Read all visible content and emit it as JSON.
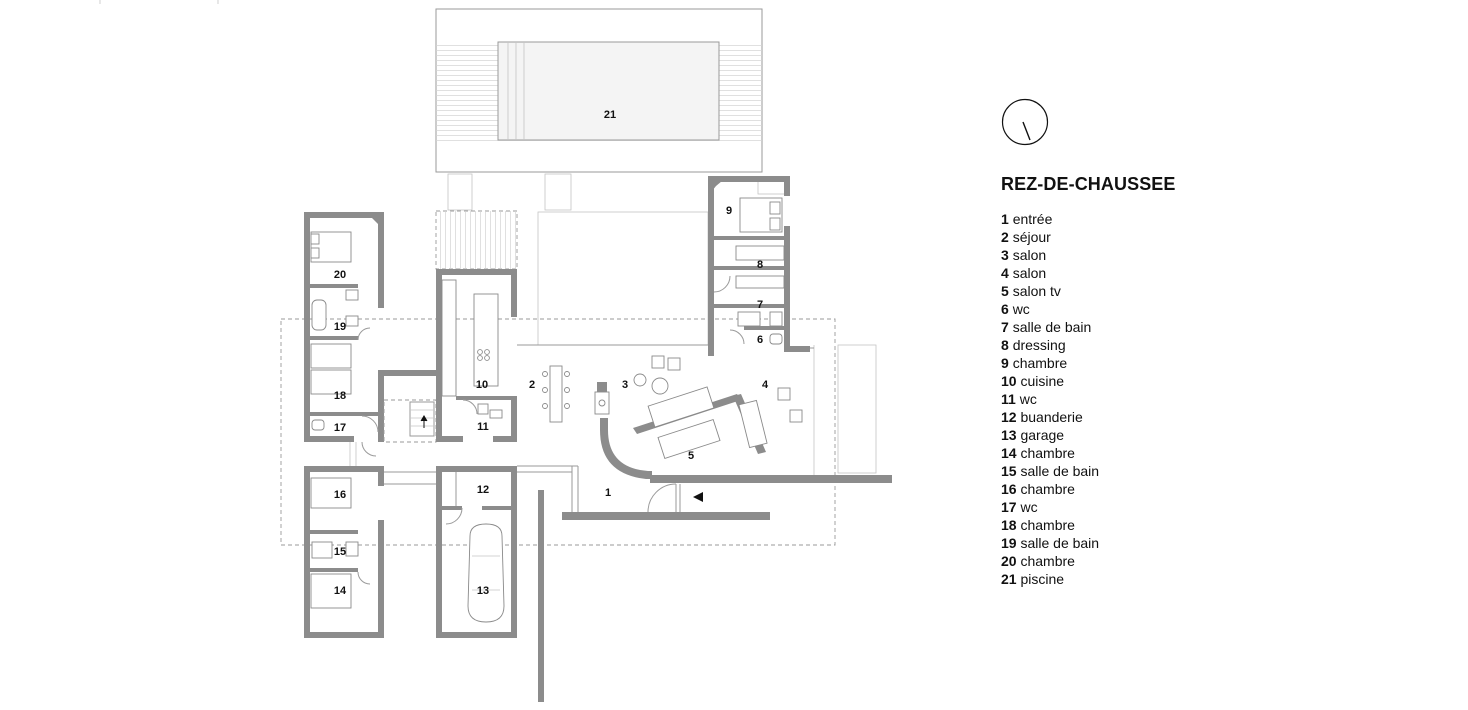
{
  "legend": {
    "title": "REZ-DE-CHAUSSEE",
    "rooms": [
      {
        "num": "1",
        "label": "entrée"
      },
      {
        "num": "2",
        "label": "séjour"
      },
      {
        "num": "3",
        "label": "salon"
      },
      {
        "num": "4",
        "label": "salon"
      },
      {
        "num": "5",
        "label": "salon tv"
      },
      {
        "num": "6",
        "label": "wc"
      },
      {
        "num": "7",
        "label": "salle de bain"
      },
      {
        "num": "8",
        "label": "dressing"
      },
      {
        "num": "9",
        "label": "chambre"
      },
      {
        "num": "10",
        "label": "cuisine"
      },
      {
        "num": "11",
        "label": "wc"
      },
      {
        "num": "12",
        "label": "buanderie"
      },
      {
        "num": "13",
        "label": "garage"
      },
      {
        "num": "14",
        "label": "chambre"
      },
      {
        "num": "15",
        "label": "salle de bain"
      },
      {
        "num": "16",
        "label": "chambre"
      },
      {
        "num": "17",
        "label": "wc"
      },
      {
        "num": "18",
        "label": "chambre"
      },
      {
        "num": "19",
        "label": "salle de bain"
      },
      {
        "num": "20",
        "label": "chambre"
      },
      {
        "num": "21",
        "label": "piscine"
      }
    ]
  },
  "plan_labels": [
    "1",
    "2",
    "3",
    "4",
    "5",
    "6",
    "7",
    "8",
    "9",
    "10",
    "11",
    "12",
    "13",
    "14",
    "15",
    "16",
    "17",
    "18",
    "19",
    "20",
    "21"
  ],
  "colors": {
    "wall": "#8c8c8c",
    "line": "#9a9a9a",
    "text": "#111111"
  },
  "icons": {
    "compass": "north-arrow-icon",
    "entrance": "entrance-arrow-icon"
  }
}
